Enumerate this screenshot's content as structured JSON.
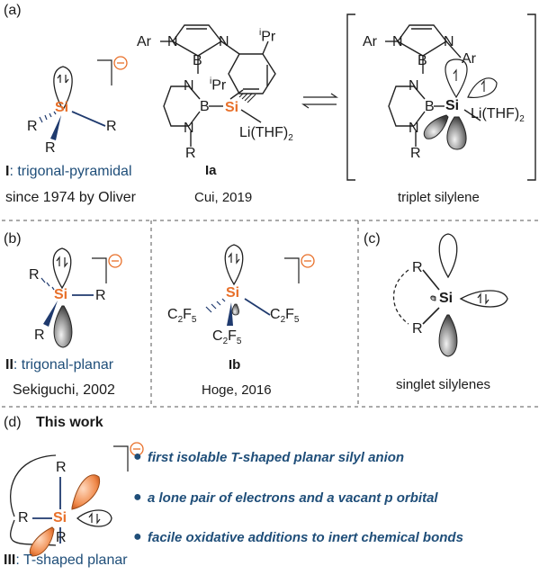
{
  "panels": {
    "a": {
      "label": "(a)",
      "struct_I": {
        "center": "Si",
        "substituents": [
          "R",
          "R",
          "R"
        ],
        "numeral": "I",
        "geometry": ": trigonal-pyramidal",
        "citation": "since 1974 by Oliver"
      },
      "struct_Ia": {
        "name": "Ia",
        "citation": "Cui, 2019",
        "atoms": {
          "ar_top": "Ar",
          "n1": "N",
          "n2": "N",
          "b_top": "B",
          "n3": "N",
          "n4": "N",
          "b_mid": "B",
          "si": "Si",
          "li": "Li(THF)",
          "li_sub": "2",
          "ipr1": "Pr",
          "ipr2": "Pr",
          "ipr_sup": "i",
          "r": "R"
        }
      },
      "triplet": {
        "caption": "triplet silylene",
        "atoms": {
          "ar1": "Ar",
          "ar2": "Ar",
          "n1": "N",
          "n2": "N",
          "b_top": "B",
          "n3": "N",
          "n4": "N",
          "b_mid": "B",
          "si": "Si",
          "li": "Li(THF)",
          "li_sub": "2",
          "r": "R"
        }
      },
      "charge": "⊖"
    },
    "b": {
      "label": "(b)",
      "struct_II": {
        "center": "Si",
        "substituents": [
          "R",
          "R",
          "R"
        ],
        "numeral": "II",
        "geometry": ": trigonal-planar",
        "citation": "Sekiguchi, 2002"
      },
      "struct_Ib": {
        "center": "Si",
        "substituents": [
          "C",
          "F",
          "2",
          "5"
        ],
        "name": "Ib",
        "citation": "Hoge, 2016"
      }
    },
    "c": {
      "label": "(c)",
      "center": "Si",
      "substituents": [
        "R",
        "R"
      ],
      "caption": "singlet silylenes"
    },
    "d": {
      "label": "(d)",
      "title": "This work",
      "center": "Si",
      "substituents": [
        "R",
        "R",
        "R"
      ],
      "numeral": "III",
      "geometry": ": T-shaped planar",
      "bullets": [
        "first isolable T-shaped planar silyl anion",
        "a lone pair of electrons and a vacant p orbital",
        "facile oxidative additions to inert chemical bonds"
      ]
    }
  },
  "colors": {
    "silicon": "#e8702a",
    "bond": "#1f3a6e",
    "accent_text": "#1f4e79",
    "lobe_gray": "#7a7a7a",
    "dash": "#555555"
  }
}
